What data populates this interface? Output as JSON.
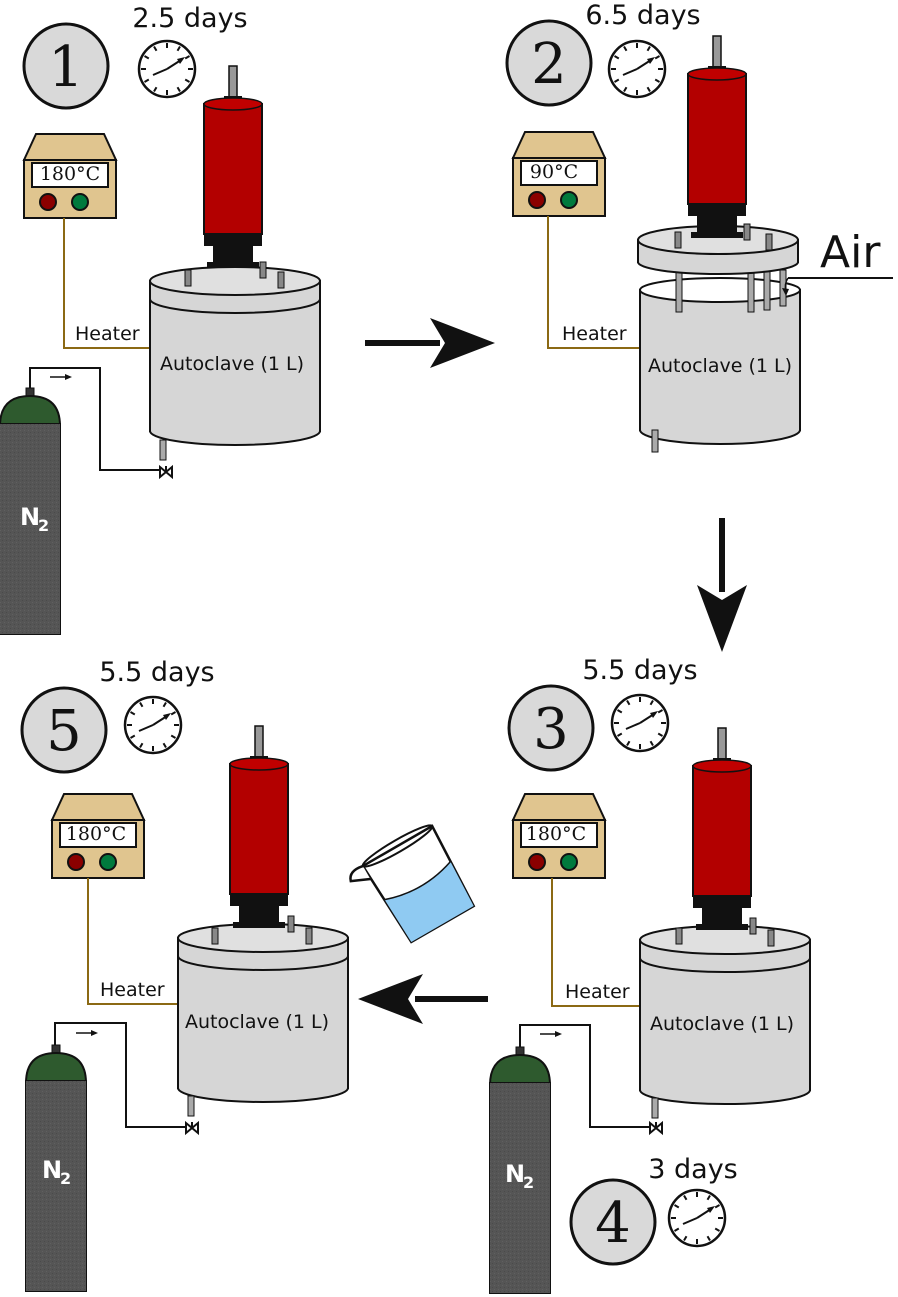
{
  "steps": [
    {
      "number": "1",
      "duration": "2.5 days"
    },
    {
      "number": "2",
      "duration": "6.5 days"
    },
    {
      "number": "3",
      "duration": "5.5 days"
    },
    {
      "number": "4",
      "duration": "3 days"
    },
    {
      "number": "5",
      "duration": "5.5 days"
    }
  ],
  "controllers": {
    "step1": "180°C",
    "step2": "90°C",
    "step3": "180°C",
    "step5": "180°C"
  },
  "labels": {
    "heater": "Heater",
    "autoclave": "Autoclave (1 L)",
    "gas": "N",
    "gas_subscript": "2",
    "air": "Air"
  },
  "colors": {
    "reactor_red": "#b30000",
    "autoclave_grey": "#d6d6d6",
    "controller_tan": "#e0c58f",
    "cylinder_body": "#4d4d4d",
    "cylinder_cap": "#2e5a2e",
    "heater_wire": "#8b6914",
    "water": "#8fcaf2"
  }
}
